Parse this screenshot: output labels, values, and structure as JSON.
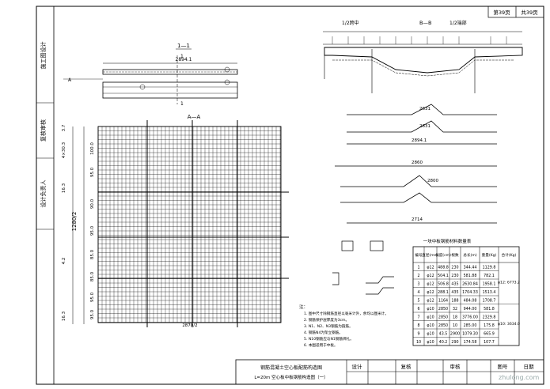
{
  "title_block": {
    "page_label": "第39页",
    "total_label": "共39页",
    "sheet_title_line1": "钢筋混凝土空心板配筋构造图",
    "sheet_title_line2": "L=20m  空心板中板钢筋构造图（一）",
    "design_label": "设计",
    "review_label": "复核",
    "approve_label": "审核",
    "drawing_no_label": "图号",
    "date_label": "日期"
  },
  "left_strip": {
    "label_1": "施工图设计",
    "label_2": "复核审核",
    "label_3": "设计负责人"
  },
  "views": {
    "section_11": "1—1",
    "section_aa": "A—A",
    "marker_1": "1",
    "marker_a": "A",
    "view_bc": "B—B",
    "half_center": "1/2跨中",
    "half_end": "1/2端部",
    "length_label": "1280/2"
  },
  "dims": {
    "top_span": "2894.1",
    "grid_bottom": "2870/2",
    "v_1": "100.0",
    "v_2": "95.0",
    "v_3": "90.0",
    "v_4": "95.0",
    "v_5": "85.0",
    "v_6": "85.0",
    "v_7": "95.0",
    "v_8": "95.0",
    "v_9": "4×30.3",
    "v_10": "16.3",
    "v_11": "16.3",
    "v_12": "3.7",
    "v_13": "4.2",
    "bar_2631": "2631",
    "bar_2631b": "2631",
    "bar_2894": "2894.1",
    "bar_2860": "2860",
    "bar_2800": "2800",
    "bar_2714": "2714"
  },
  "table": {
    "title": "一块中板钢筋材料数量表",
    "headers": [
      "编号",
      "直径(mm)",
      "长度(cm)",
      "根数",
      "总长(m)",
      "重量(Kg)",
      "合计(Kg)"
    ],
    "rows": [
      [
        "1",
        "φ12",
        "488.8",
        "230",
        "344.44",
        "1129.8"
      ],
      [
        "2",
        "φ12",
        "504.1",
        "230",
        "581.88",
        "782.1"
      ],
      [
        "3",
        "φ12",
        "506.8",
        "435",
        "2630.84",
        "1958.1"
      ],
      [
        "4",
        "φ12",
        "288.1",
        "435",
        "1704.33",
        "1513.4"
      ],
      [
        "5",
        "φ12",
        "1164",
        "188",
        "484.08",
        "1708.7"
      ],
      [
        "6",
        "φ10",
        "2850",
        "32",
        "944.00",
        "581.8"
      ],
      [
        "7",
        "φ10",
        "2850",
        "18",
        "3776.00",
        "2329.8"
      ],
      [
        "8",
        "φ10",
        "2850",
        "10",
        "285.00",
        "175.8"
      ],
      [
        "9",
        "φ10",
        "43.5",
        "2900",
        "1079.30",
        "665.9"
      ],
      [
        "10",
        "φ10",
        "40.2",
        "290",
        "174.58",
        "107.7"
      ]
    ],
    "total_1": "φ12: 6773.2",
    "total_2": "φ10: 3634.0"
  },
  "notes": {
    "title": "注：",
    "items": [
      "1. 图中尺寸除钢筋直径以毫米计外，余均以厘米计。",
      "2. 钢筋保护层厚度为3cm。",
      "3. N1、N2、N3钢筋为箍筋。",
      "4. 钢筋N4为架立钢筋。",
      "5. N10钢筋应与N1钢筋绑扎。",
      "6. 本图适用于中板。"
    ]
  },
  "watermark": "zhulong.com"
}
